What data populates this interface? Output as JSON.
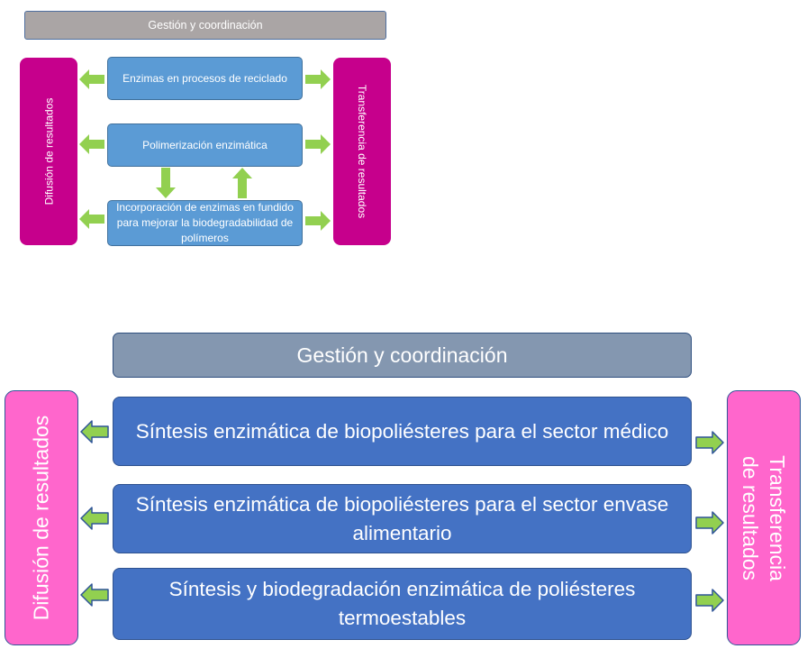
{
  "top_diagram": {
    "header": "Gestión y coordinación",
    "left_bar": "Difusión de resultados",
    "right_bar": "Transferencia de resultados",
    "boxes": [
      "Enzimas en procesos de reciclado",
      "Polimerización enzimática",
      "Incorporación de enzimas en fundido para mejorar la biodegradabilidad de polímeros"
    ],
    "colors": {
      "header_fill": "#aaa5a5",
      "side_bar_fill": "#c6008c",
      "box_fill": "#5b9bd5",
      "arrow_fill": "#92d050"
    }
  },
  "bottom_diagram": {
    "header": "Gestión y coordinación",
    "left_bar": "Difusión de resultados",
    "right_bar": "Transferencia de resultados",
    "boxes": [
      "Síntesis enzimática de biopoliésteres para el sector médico",
      "Síntesis enzimática de biopoliésteres para el sector envase alimentario",
      "Síntesis y biodegradación enzimática de poliésteres termoestables"
    ],
    "colors": {
      "header_fill": "#8497b0",
      "side_bar_fill": "#ff66cc",
      "box_fill": "#4472c4",
      "arrow_fill": "#92d050",
      "arrow_stroke": "#2f5597"
    }
  }
}
